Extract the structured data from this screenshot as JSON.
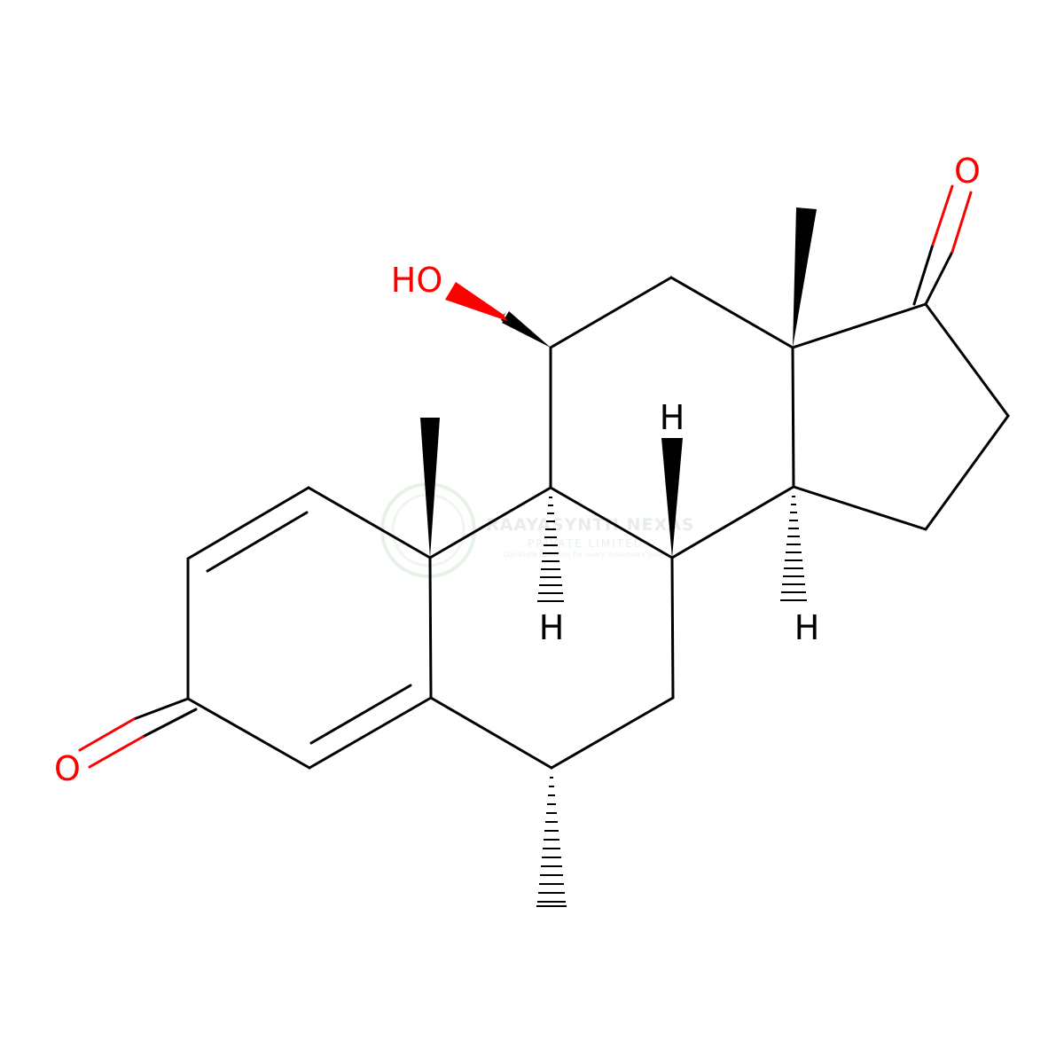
{
  "colors": {
    "bond": "#000000",
    "oxygen": "#ff0000",
    "hydrogen": "#000000",
    "watermark": "#cfe3cf"
  },
  "atoms": {
    "ketone_o_ring_a": "O",
    "ketone_o_ring_d": "O",
    "hydroxyl": "HO",
    "h_c9": "H",
    "h_c8": "H",
    "h_c14": "H"
  },
  "watermark": {
    "company": "RAAYASYNTH NEXAS",
    "subtitle": "PRIVATE LIMITED",
    "tagline": "Complete solutions for every molecule's journey"
  }
}
